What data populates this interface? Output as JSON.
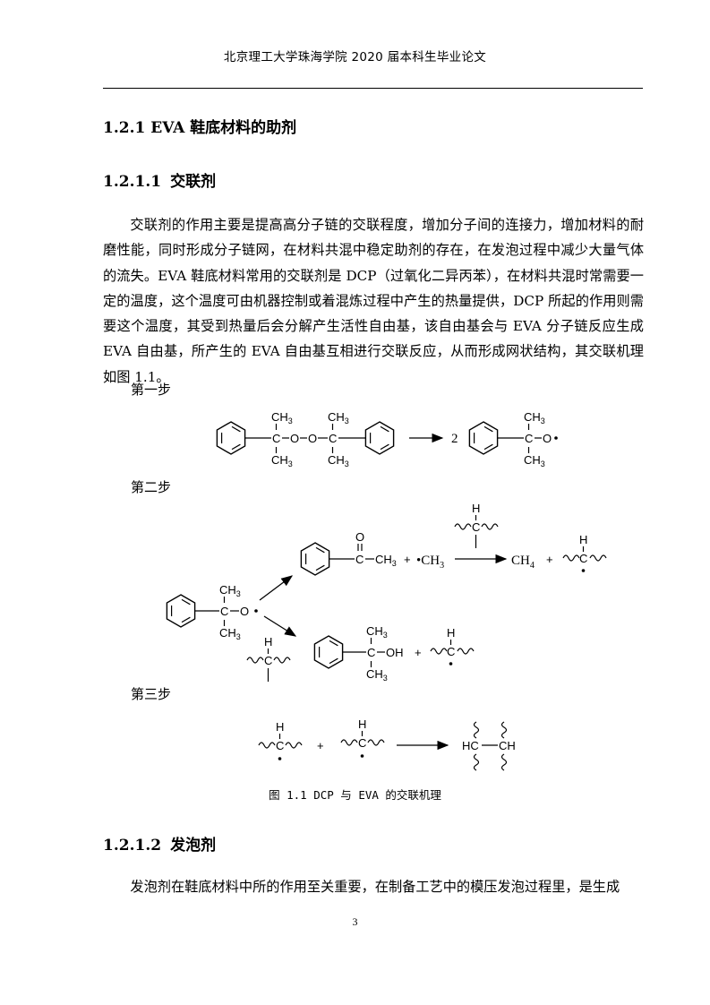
{
  "header": {
    "title": "北京理工大学珠海学院 2020 届本科生毕业论文"
  },
  "sections": [
    {
      "number": "1.2.1",
      "title": "EVA 鞋底材料的助剂"
    },
    {
      "number": "1.2.1.1",
      "title": "交联剂"
    },
    {
      "number": "1.2.1.2",
      "title": "发泡剂"
    }
  ],
  "paragraphs": [
    "交联剂的作用主要是提高高分子链的交联程度，增加分子间的连接力，增加材料的耐磨性能，同时形成分子链网，在材料共混中稳定助剂的存在，在发泡过程中减少大量气体的流失。EVA 鞋底材料常用的交联剂是 DCP（过氧化二异丙苯），在材料共混时常需要一定的温度，这个温度可由机器控制或着混炼过程中产生的热量提供，DCP 所起的作用则需要这个温度，其受到热量后会分解产生活性自由基，该自由基会与 EVA 分子链反应生成 EVA 自由基，所产生的 EVA 自由基互相进行交联反应，从而形成网状结构，其交联机理如图 1.1。",
    "发泡剂在鞋底材料中所的作用至关重要，在制备工艺中的模压发泡过程里，是生成"
  ],
  "figure": {
    "steps": [
      "第一步",
      "第二步",
      "第三步"
    ],
    "caption": "图 1.1 DCP 与 EVA 的交联机理",
    "labels": {
      "ch3": "CH",
      "sub3": "3",
      "sub4": "4",
      "c": "C",
      "o": "O",
      "h": "H",
      "oh": "OH",
      "hc": "HC",
      "ch": "CH",
      "coefficient": "2",
      "plus": "+",
      "methyl_radical": "•CH",
      "methane": "CH"
    }
  },
  "page_number": "3"
}
